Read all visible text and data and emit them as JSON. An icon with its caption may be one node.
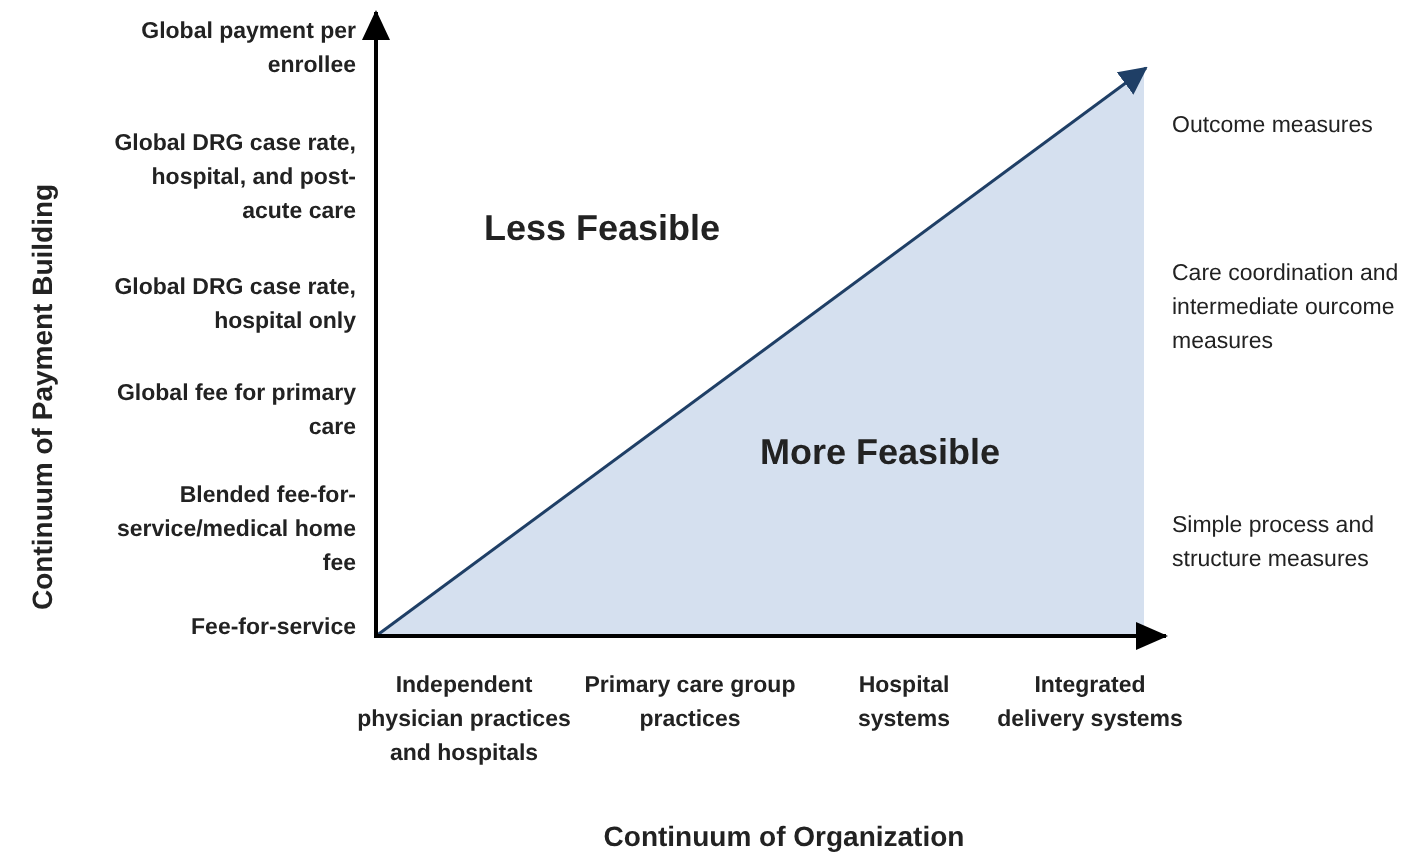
{
  "diagram": {
    "nodes": [
      {
        "text": [
          "More Feasible"
        ]
      }
    ],
    "labels": [
      "Global payment per enrollee",
      "Global DRG case rate, hospital, and post-acute care",
      "Global DRG case rate, hospital only",
      "Global fee for primary care",
      "Blended fee-for-service/medical home fee",
      "Fee-for-service",
      "Outcome measures",
      "Care coordination and intermediate ourcome measures",
      "Simple process and structure measures",
      "Less Feasible",
      "Independent physician practices and hospitals",
      "Primary care group practices",
      "Hospital systems",
      "Integrated delivery systems",
      "Continuum of Organization",
      "Continuum of Payment Building"
    ]
  }
}
